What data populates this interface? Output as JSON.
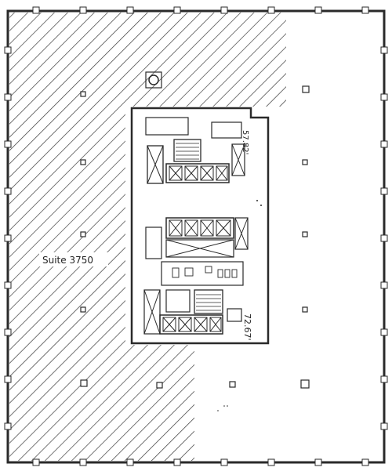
{
  "floor_plan": {
    "suite_label": "Suite 3750",
    "core_dimension_top": "57.82'",
    "core_dimension_bottom": "72.67'"
  },
  "colors": {
    "ink": "#2a2a2a",
    "paper": "#ffffff",
    "hatch": "#3a3a3a"
  }
}
